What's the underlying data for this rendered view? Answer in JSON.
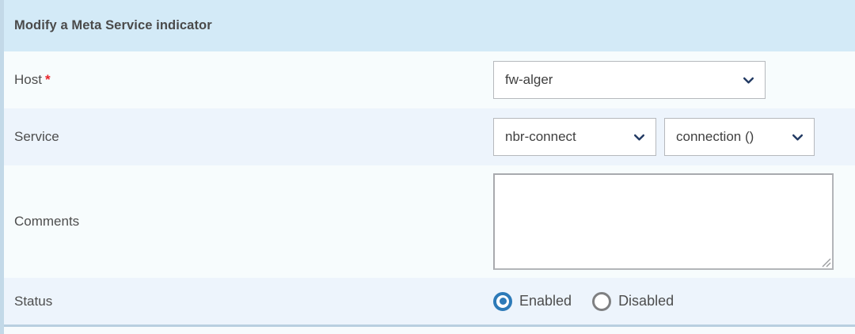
{
  "header": {
    "title": "Modify a Meta Service indicator",
    "background": "#d3eaf7",
    "text_color": "#4a4a4a"
  },
  "accent": {
    "required_star_color": "#e8242a",
    "radio_selected_color": "#2d7ab8",
    "chevron_color": "#223a63",
    "row_shade_a": "#f7fcfd",
    "row_shade_b": "#edf4fc",
    "left_border": "#c3d9e8"
  },
  "rows": {
    "host": {
      "label": "Host",
      "required_marker": "*",
      "select": {
        "value": "fw-alger",
        "icon": "chevron-down-icon"
      }
    },
    "service": {
      "label": "Service",
      "select_service": {
        "value": "nbr-connect",
        "icon": "chevron-down-icon"
      },
      "select_detail": {
        "value": "connection ()",
        "icon": "chevron-down-icon"
      }
    },
    "comments": {
      "label": "Comments",
      "textarea": {
        "value": "",
        "placeholder": ""
      },
      "resize_handle": "resize-grip-icon"
    },
    "status": {
      "label": "Status",
      "options": [
        {
          "label": "Enabled",
          "selected": true
        },
        {
          "label": "Disabled",
          "selected": false
        }
      ]
    }
  }
}
